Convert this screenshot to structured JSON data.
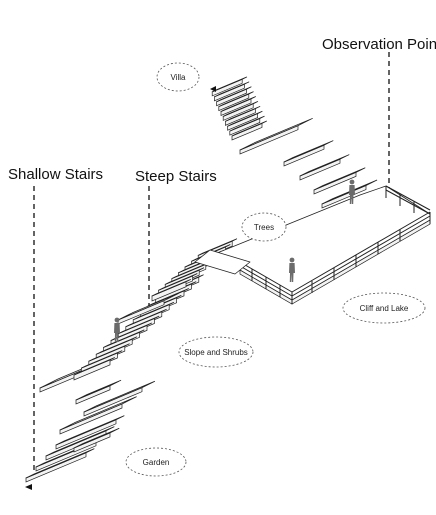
{
  "labels": {
    "observation_point": "Observation Point",
    "shallow_stairs": "Shallow Stairs",
    "steep_stairs": "Steep Stairs"
  },
  "zones": {
    "villa": "Villa",
    "trees": "Trees",
    "cliff_and_lake": "Cliff and Lake",
    "slope_and_shrubs": "Slope and Shrubs",
    "garden": "Garden"
  },
  "icons": [
    "person-figure",
    "direction-arrow-icon"
  ],
  "colors": {
    "line": "#222222",
    "figure": "#6b6b6b",
    "background": "#ffffff"
  }
}
